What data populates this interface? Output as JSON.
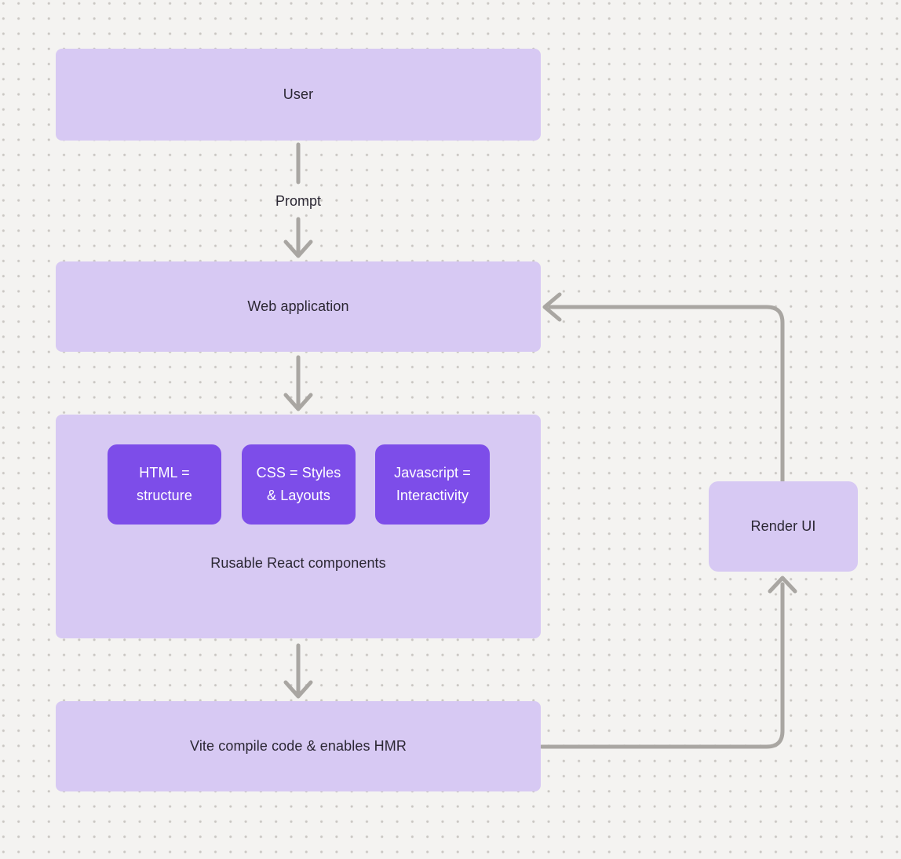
{
  "colors": {
    "background": "#f4f3f1",
    "dot": "#c9c6c2",
    "node_fill": "#d7c9f3",
    "chip_fill": "#7d4de9",
    "chip_ink": "#ffffff",
    "connector": "#a9a6a2",
    "ink": "#2b2733"
  },
  "diagram": {
    "nodes": {
      "user": {
        "label": "User"
      },
      "web_application": {
        "label": "Web application"
      },
      "components_group": {
        "caption": "Rusable React components",
        "items": [
          {
            "label": "HTML =\nstructure"
          },
          {
            "label": "CSS = Styles\n& Layouts"
          },
          {
            "label": "Javascript =\nInteractivity"
          }
        ]
      },
      "vite": {
        "label": "Vite compile code & enables HMR"
      },
      "render_ui": {
        "label": "Render UI"
      }
    },
    "edges": [
      {
        "from": "user",
        "to": "web_application",
        "label": "Prompt",
        "direction": "down"
      },
      {
        "from": "web_application",
        "to": "components_group",
        "label": "",
        "direction": "down"
      },
      {
        "from": "components_group",
        "to": "vite",
        "label": "",
        "direction": "down"
      },
      {
        "from": "vite",
        "to": "render_ui",
        "label": "",
        "direction": "right-then-up"
      },
      {
        "from": "render_ui",
        "to": "web_application",
        "label": "",
        "direction": "up-then-left"
      }
    ]
  }
}
